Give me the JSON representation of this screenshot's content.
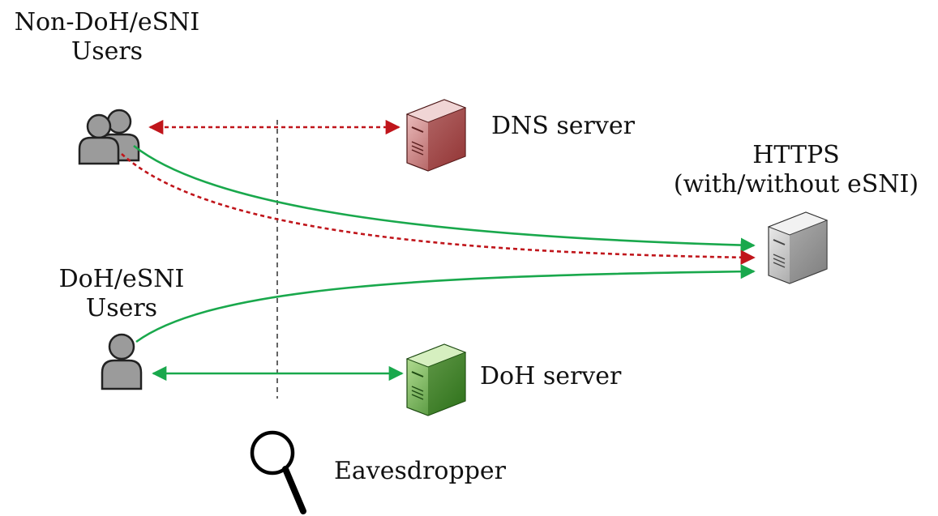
{
  "labels": {
    "non_doh_users_line1": "Non-DoH/eSNI",
    "non_doh_users_line2": "Users",
    "doh_users_line1": "DoH/eSNI",
    "doh_users_line2": "Users",
    "dns_server": "DNS server",
    "doh_server": "DoH server",
    "https_line1": "HTTPS",
    "https_line2": "(with/without eSNI)",
    "eavesdropper": "Eavesdropper"
  },
  "colors": {
    "encrypted": "#19a84c",
    "plaintext": "#c0151b",
    "dns_server": "#c97878",
    "doh_server": "#5aa838",
    "https_server": "#c8c8c8",
    "user": "#9b9b9b"
  },
  "icons": {
    "users": "user-group-icon",
    "user": "user-icon",
    "dns_server": "server-icon",
    "doh_server": "server-icon",
    "https_server": "server-icon",
    "eavesdropper": "magnifier-icon"
  }
}
